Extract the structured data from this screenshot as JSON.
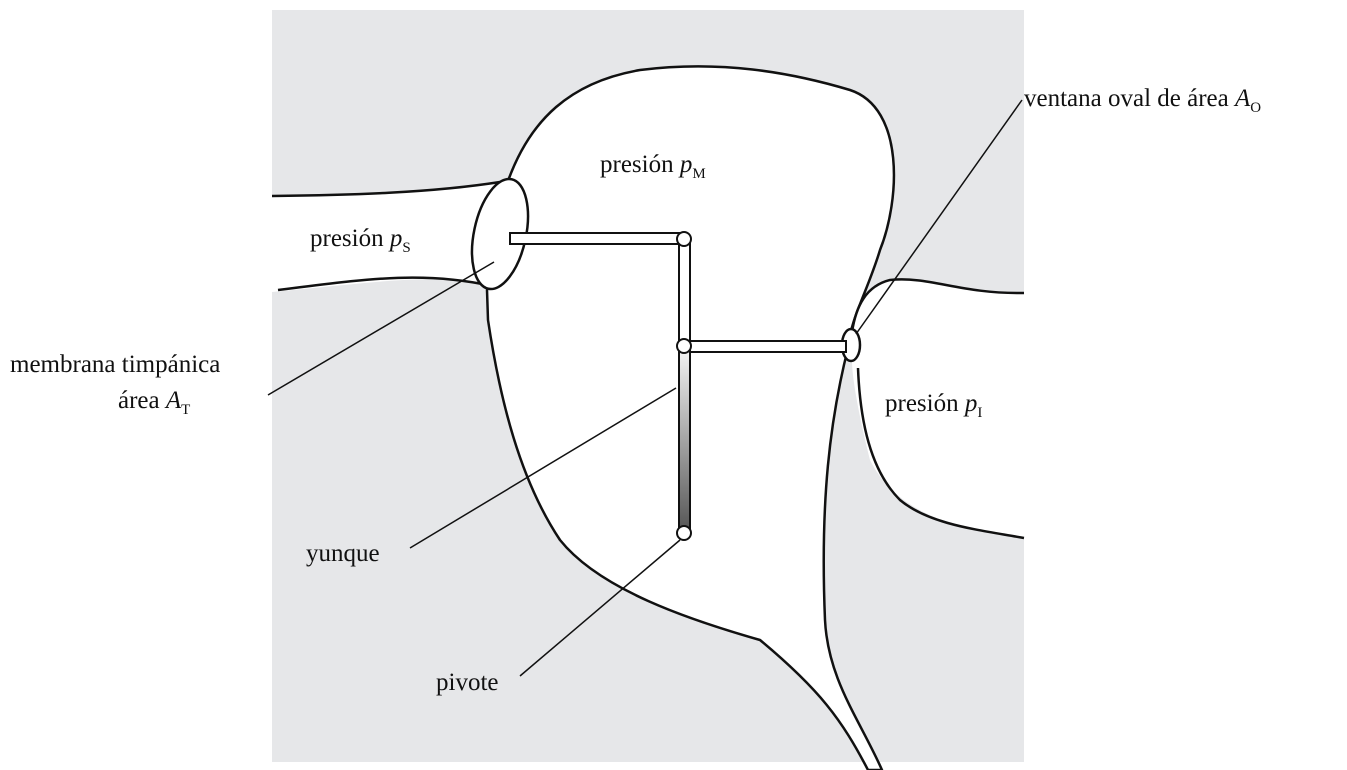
{
  "colors": {
    "background_tissue": "#e6e7e9",
    "cavity": "#ffffff",
    "outline": "#111111",
    "lever_gradient_start": "#f4f4f4",
    "lever_gradient_end": "#555555"
  },
  "labels": {
    "pressure_word": "presión",
    "pressure_middle_var": "p",
    "pressure_middle_sub": "M",
    "pressure_outer_var": "p",
    "pressure_outer_sub": "S",
    "pressure_inner_var": "p",
    "pressure_inner_sub": "I",
    "oval_window_text": "ventana oval de área",
    "oval_window_var": "A",
    "oval_window_sub": "O",
    "membrane_line1": "membrana timpánica",
    "membrane_line2": "área",
    "membrane_var": "A",
    "membrane_sub": "T",
    "incus": "yunque",
    "pivot": "pivote"
  }
}
